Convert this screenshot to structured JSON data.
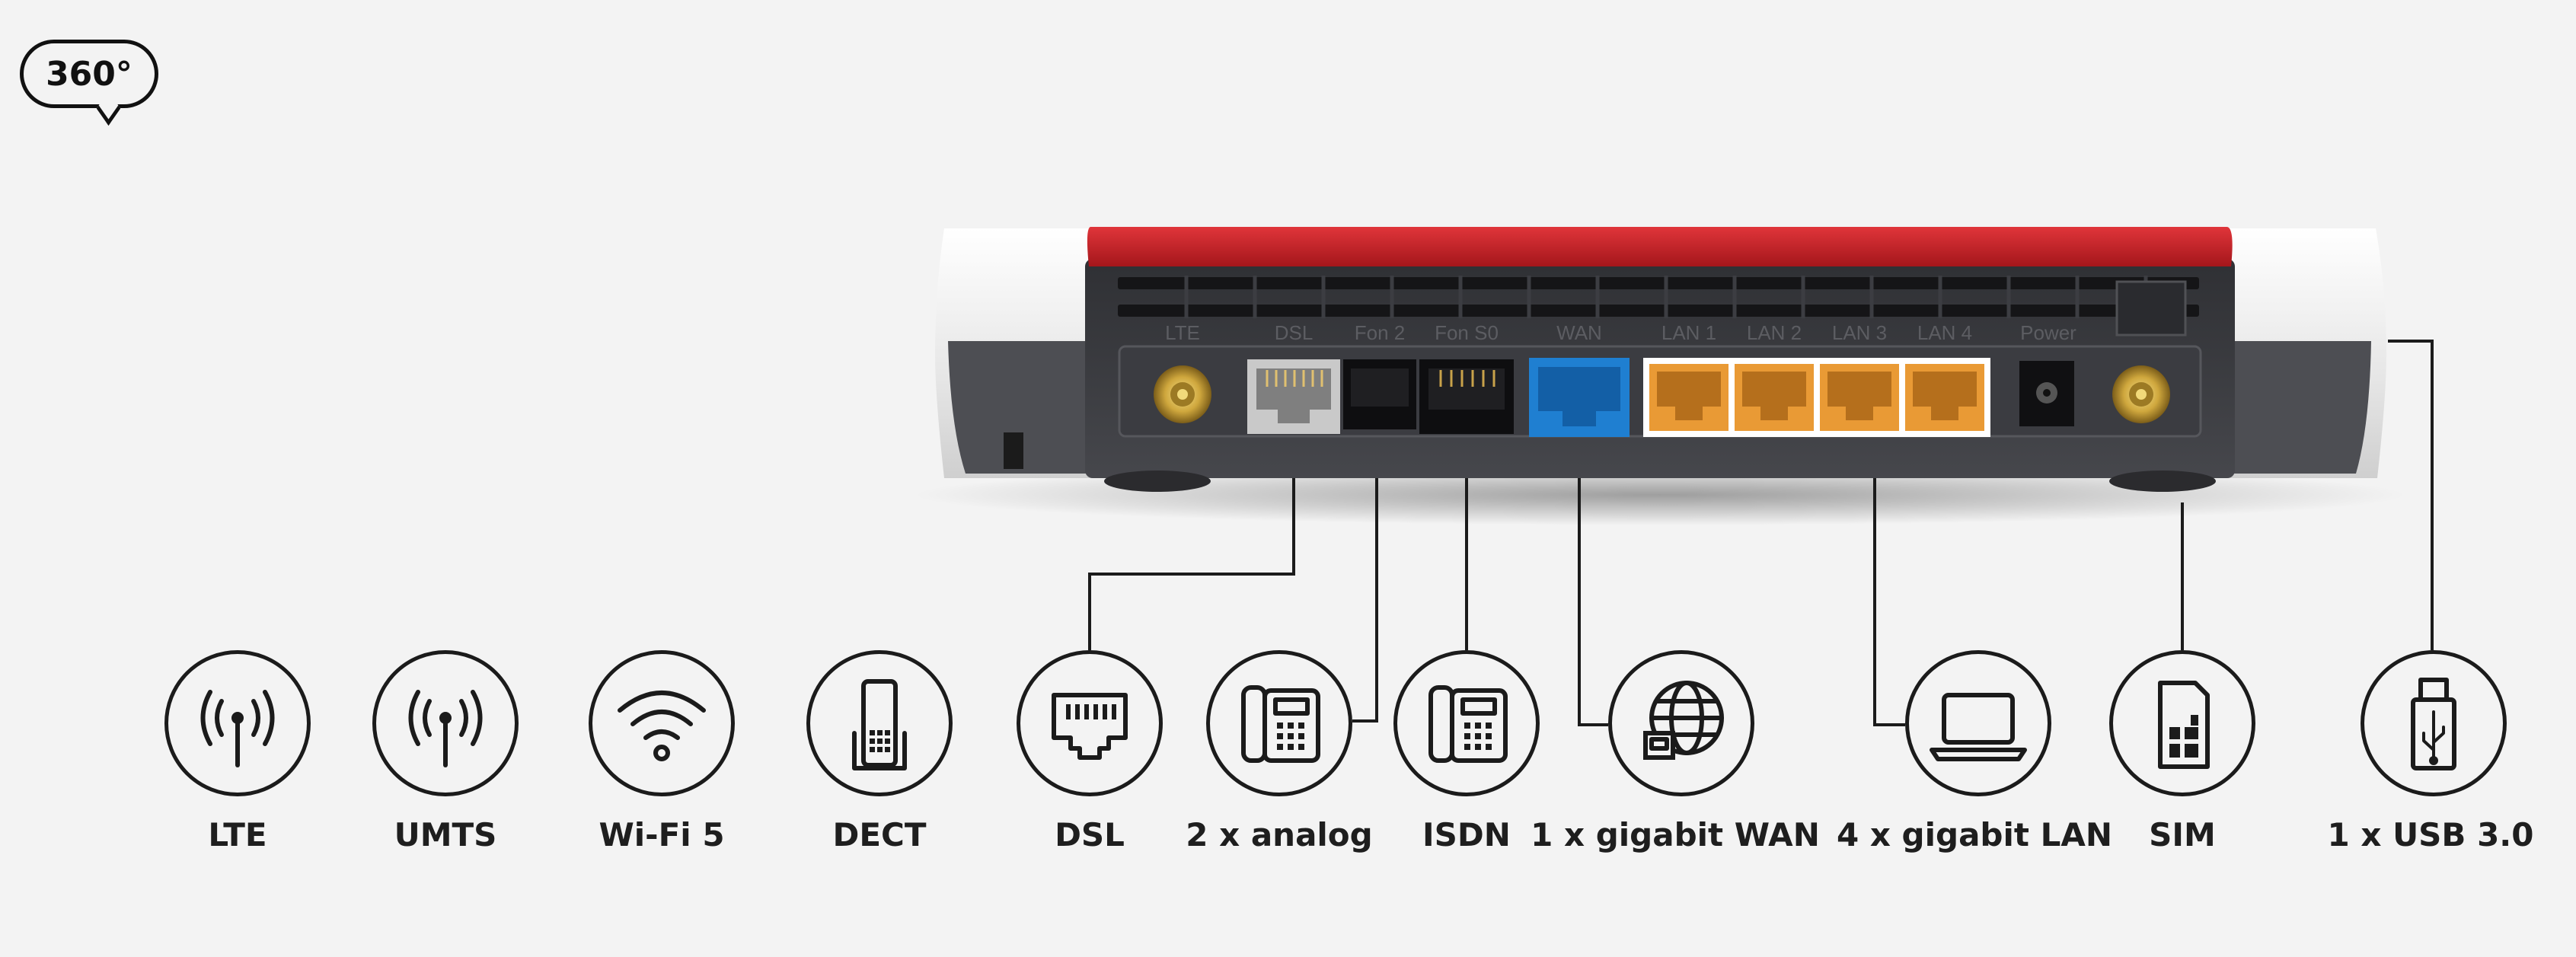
{
  "badge": {
    "label": "360°"
  },
  "features": [
    {
      "id": "lte",
      "label": "LTE",
      "icon": "antenna-icon"
    },
    {
      "id": "umts",
      "label": "UMTS",
      "icon": "antenna-icon"
    },
    {
      "id": "wifi",
      "label": "Wi-Fi 5",
      "icon": "wifi-icon"
    },
    {
      "id": "dect",
      "label": "DECT",
      "icon": "cordless-phone-icon"
    },
    {
      "id": "dsl",
      "label": "DSL",
      "icon": "ethernet-port-icon"
    },
    {
      "id": "analog",
      "label": "2 x analog",
      "icon": "desk-phone-icon"
    },
    {
      "id": "isdn",
      "label": "ISDN",
      "icon": "desk-phone-icon"
    },
    {
      "id": "wan",
      "label": "1 x gigabit WAN",
      "icon": "globe-network-icon"
    },
    {
      "id": "lan",
      "label": "4 x gigabit LAN",
      "icon": "laptop-icon"
    },
    {
      "id": "sim",
      "label": "SIM",
      "icon": "sim-card-icon"
    },
    {
      "id": "usb",
      "label": "1 x USB 3.0",
      "icon": "usb-stick-icon"
    }
  ],
  "router_port_labels": [
    "LTE",
    "DSL",
    "Fon 2",
    "Fon S0",
    "WAN",
    "LAN 1",
    "LAN 2",
    "LAN 3",
    "LAN 4",
    "Power"
  ],
  "colors": {
    "background": "#f3f3f3",
    "router_top": "#c01a1f",
    "router_body": "#4a4a4e",
    "wan_port": "#1f7fd1",
    "lan_port": "#e99a35",
    "dsl_port": "#9a9a9a",
    "antenna_gold": "#d4b24a",
    "line": "#1b1b1b"
  }
}
